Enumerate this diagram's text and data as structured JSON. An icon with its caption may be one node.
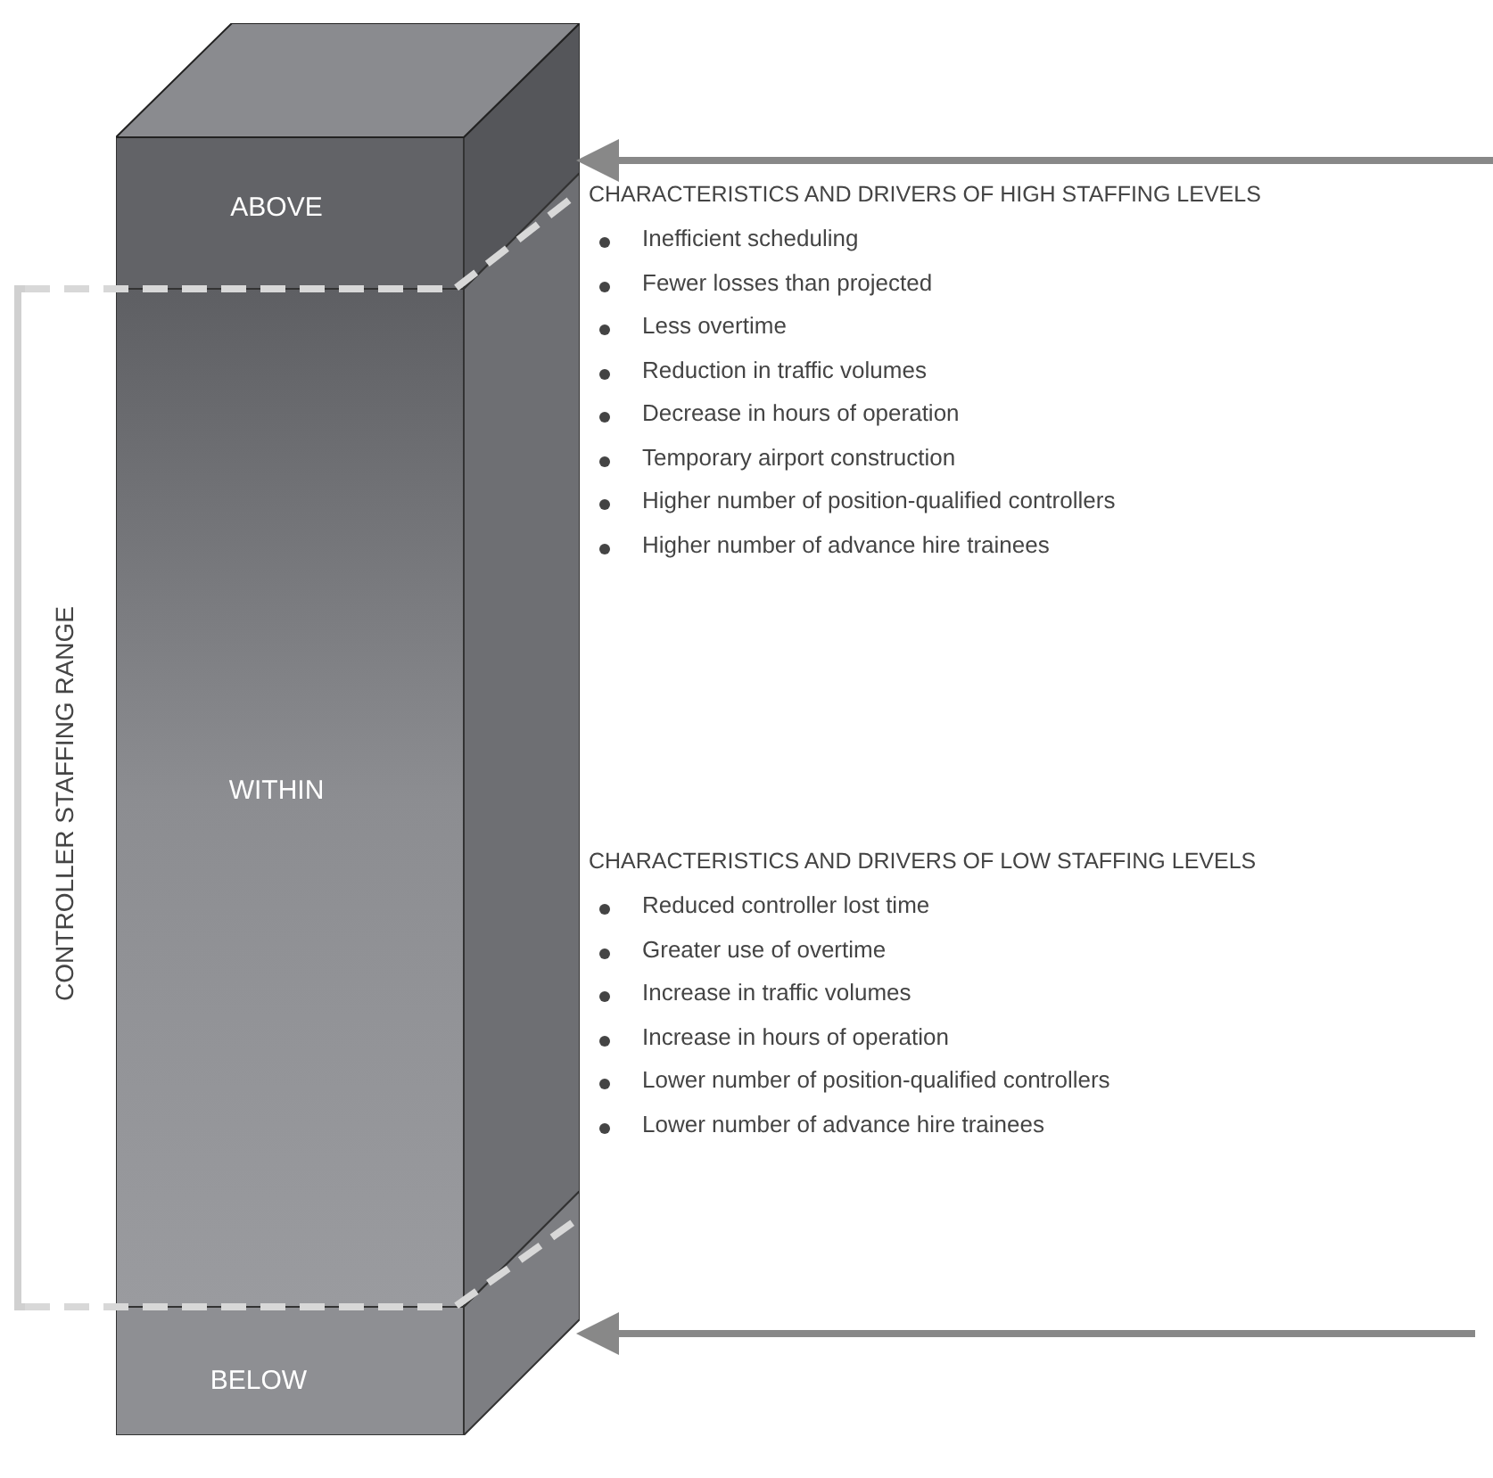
{
  "diagram": {
    "nodes": [
      {
        "text": [
          "ABOVE"
        ]
      },
      {
        "text": [
          "WITHIN"
        ]
      },
      {
        "text": [
          "BELOW"
        ]
      }
    ],
    "edges": [
      {
        "from": null,
        "to": 0,
        "arrow": "to"
      },
      {
        "from": null,
        "to": 2,
        "arrow": "to"
      }
    ],
    "labels": [
      "CHARACTERISTICS AND DRIVERS OF HIGH STAFFING LEVELS",
      "Inefficient scheduling",
      "Fewer losses than projected",
      "Less overtime",
      "Reduction in traffic volumes",
      "Decrease in hours of operation",
      "Temporary airport construction",
      "Higher number of position-qualified controllers",
      "Higher number of advance hire trainees",
      "CHARACTERISTICS AND DRIVERS OF LOW STAFFING LEVELS",
      "Reduced controller lost time",
      "Greater use of overtime",
      "Increase in traffic volumes",
      "Increase in hours of operation",
      "Lower number of position-qualified controllers",
      "Lower number of advance hire trainees",
      "CONTROLLER STAFFING RANGE"
    ]
  }
}
